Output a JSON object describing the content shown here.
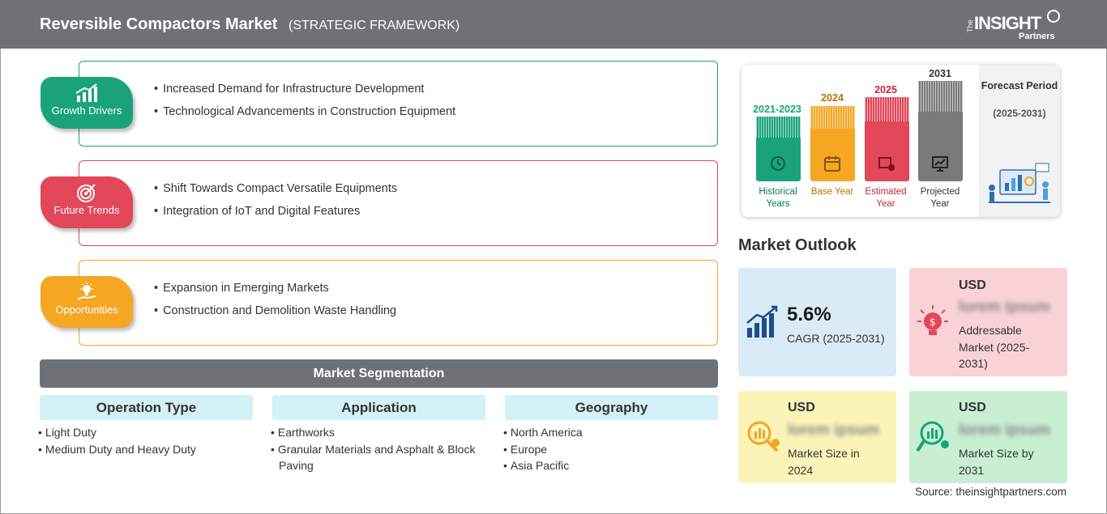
{
  "header": {
    "title": "Reversible Compactors Market",
    "subtitle": "(STRATEGIC FRAMEWORK)",
    "logo": {
      "the": "The",
      "insight": "INSIGHT",
      "partners": "Partners"
    }
  },
  "framework": [
    {
      "tag": "Growth Drivers",
      "icon": "growth-chart-icon",
      "color": "#1aa37a",
      "items": [
        "Increased Demand for Infrastructure Development",
        "Technological Advancements in Construction Equipment"
      ]
    },
    {
      "tag": "Future Trends",
      "icon": "target-icon",
      "color": "#e2475a",
      "items": [
        "Shift Towards Compact Versatile Equipments",
        "Integration of IoT and Digital Features"
      ]
    },
    {
      "tag": "Opportunities",
      "icon": "lightbulb-hand-icon",
      "color": "#f5a623",
      "items": [
        "Expansion in Emerging Markets",
        "Construction and Demolition Waste Handling"
      ]
    }
  ],
  "segmentation": {
    "title": "Market Segmentation",
    "columns": [
      {
        "header": "Operation Type",
        "items": [
          "Light Duty",
          "Medium Duty and Heavy Duty"
        ]
      },
      {
        "header": "Application",
        "items": [
          "Earthworks",
          "Granular Materials and Asphalt & Block Paving"
        ]
      },
      {
        "header": "Geography",
        "items": [
          "North America",
          "Europe",
          "Asia Pacific"
        ]
      }
    ]
  },
  "timeline": {
    "bars": [
      {
        "year": "2021-2023",
        "label": "Historical Years",
        "color": "#1aa37a",
        "icon": "history-icon"
      },
      {
        "year": "2024",
        "label": "Base Year",
        "color": "#f5a623",
        "icon": "calendar-icon"
      },
      {
        "year": "2025",
        "label": "Estimated Year",
        "color": "#e2475a",
        "icon": "estimate-icon"
      },
      {
        "year": "2031",
        "label": "Projected Year",
        "color": "#7a7a7a",
        "icon": "projection-icon"
      }
    ],
    "forecast_label": "Forecast Period",
    "forecast_range": "(2025-2031)"
  },
  "outlook": {
    "title": "Market Outlook",
    "cagr_value": "5.6%",
    "cagr_label": "CAGR (2025-2031)",
    "addressable": {
      "currency": "USD",
      "value": "lorem ipsum",
      "label": "Addressable Market (2025-2031)"
    },
    "size_2024": {
      "currency": "USD",
      "value": "lorem ipsum",
      "label": "Market Size in 2024"
    },
    "size_2031": {
      "currency": "USD",
      "value": "lorem ipsum",
      "label": "Market Size by 2031"
    }
  },
  "source": "Source: theinsightpartners.com"
}
